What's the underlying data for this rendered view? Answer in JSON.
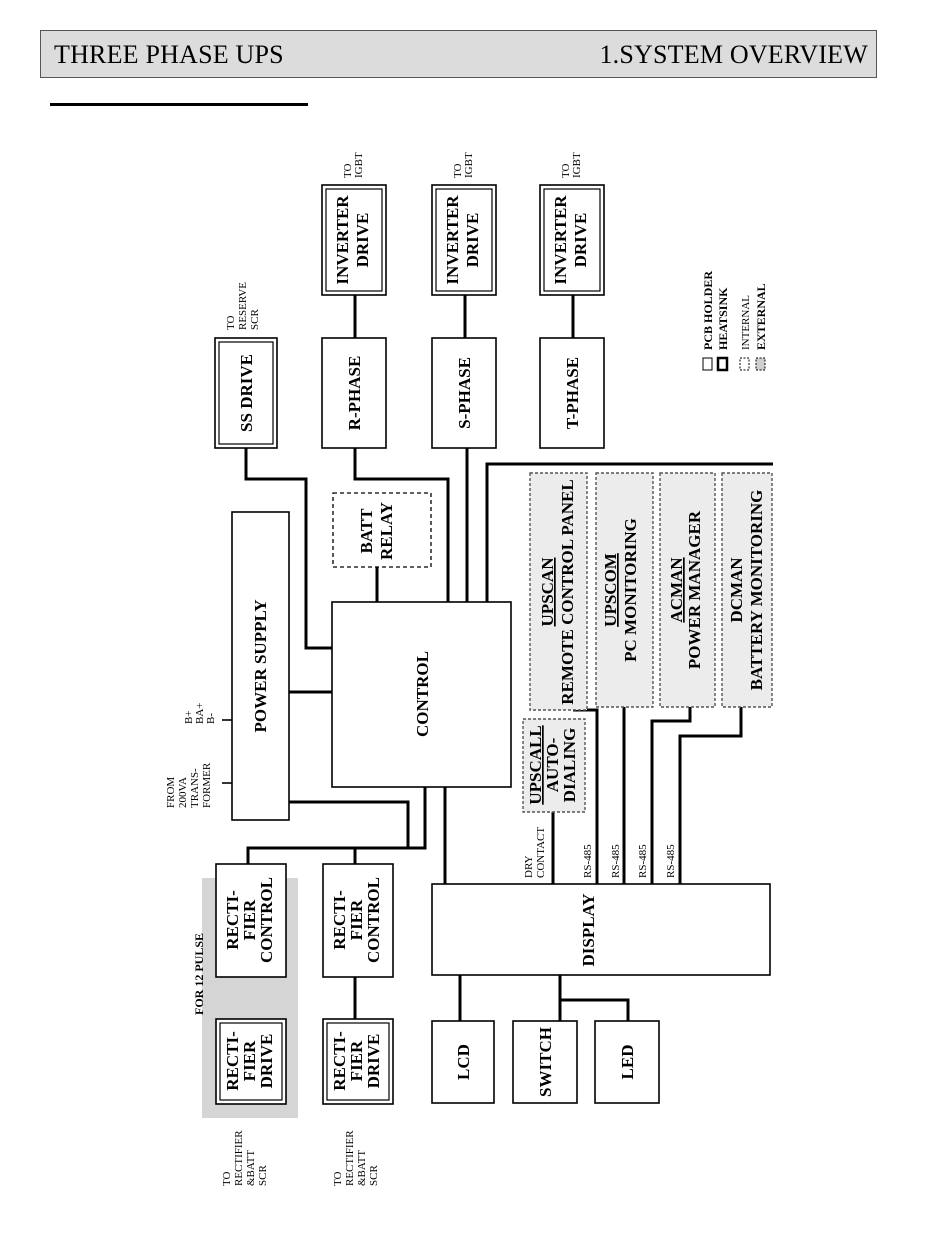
{
  "header": {
    "left": "THREE PHASE UPS",
    "right": "1.SYSTEM OVERVIEW"
  },
  "blocks": {
    "ss_drive": "SS DRIVE",
    "r_phase": "R-PHASE",
    "s_phase": "S-PHASE",
    "t_phase": "T-PHASE",
    "inverter_drive": [
      "INVERTER",
      "DRIVE"
    ],
    "batt_relay": [
      "BATT",
      "RELAY"
    ],
    "power_supply": "POWER SUPPLY",
    "control": "CONTROL",
    "display": "DISPLAY",
    "rectifier_control": [
      "RECTI-",
      "FIER",
      "CONTROL"
    ],
    "rectifier_drive": [
      "RECTI-",
      "FIER",
      "DRIVE"
    ],
    "lcd": "LCD",
    "switch": "SWITCH",
    "led": "LED",
    "upscan": [
      "UPSCAN",
      "REMOTE CONTROL PANEL"
    ],
    "upscom": [
      "UPSCOM",
      "PC MONITORING"
    ],
    "acman": [
      "ACMAN",
      "POWER MANAGER"
    ],
    "dcman": [
      "DCMAN",
      "BATTERY MONITORING"
    ],
    "upscall": [
      "UPSCALL",
      "AUTO-",
      "DIALING"
    ]
  },
  "labels": {
    "to_igbt": [
      "TO",
      "IGBT"
    ],
    "to_reserve_scr": [
      "TO",
      "RESERVE",
      "SCR"
    ],
    "from_200va": [
      "FROM",
      "200VA",
      "TRANS-",
      "FORMER"
    ],
    "b_terminals": [
      "B+",
      "BA+",
      "B-"
    ],
    "dry_contact": [
      "DRY",
      "CONTACT"
    ],
    "rs485": "RS-485",
    "for_12_pulse": "FOR 12 PULSE",
    "to_rectifier": [
      "TO",
      "RECTIFIER",
      "&BATT",
      "SCR"
    ]
  },
  "legend": [
    "PCB HOLDER",
    "HEATSINK",
    "INTERNAL",
    "EXTERNAL"
  ]
}
